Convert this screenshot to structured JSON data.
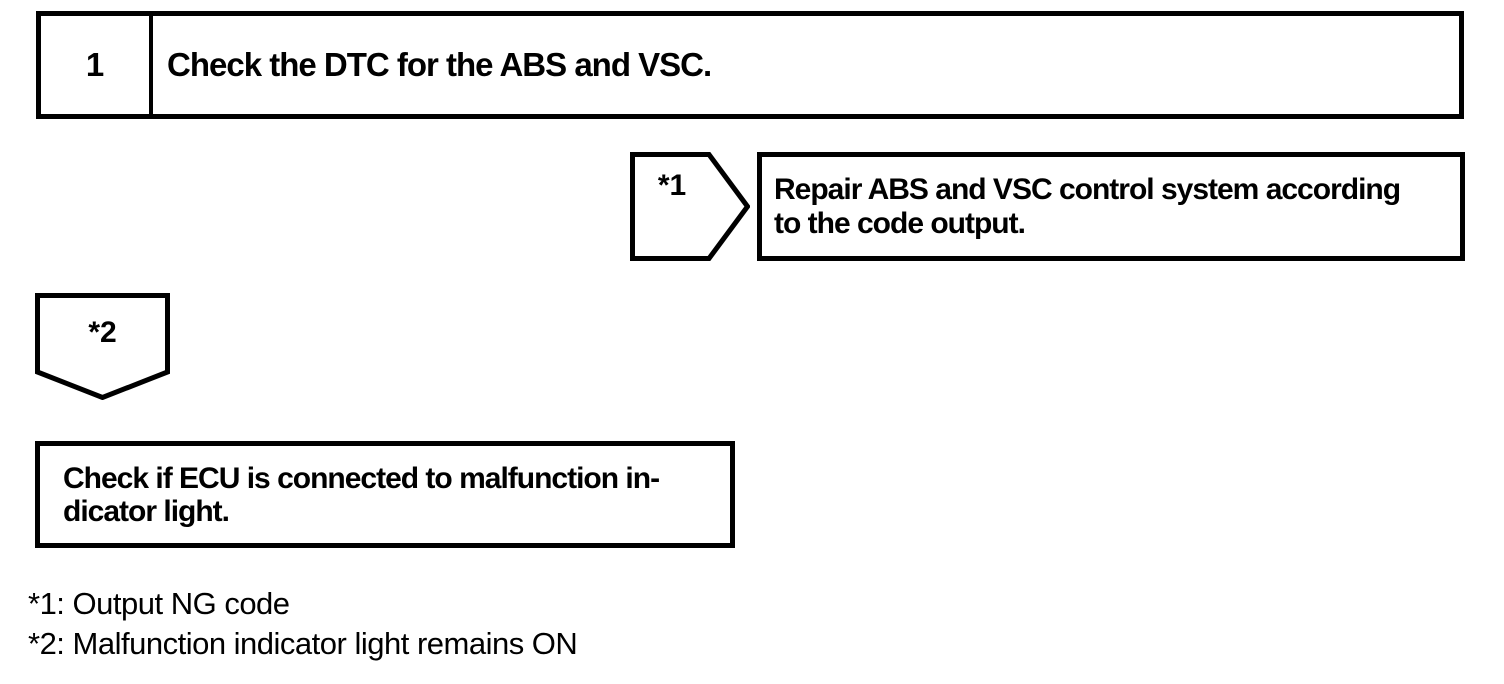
{
  "diagram": {
    "step": {
      "number": "1",
      "title": "Check the DTC for the ABS and VSC."
    },
    "ng_branch": {
      "tag": "*1",
      "action_lines": [
        "Repair ABS and VSC control system according",
        "to the code output."
      ]
    },
    "ok_branch": {
      "tag": "*2",
      "action_lines": [
        "Check if ECU is connected to malfunction in-",
        "dicator light."
      ]
    },
    "footnotes": [
      "*1: Output NG code",
      "*2: Malfunction indicator light remains ON"
    ],
    "colors": {
      "ink": "#000000",
      "background": "#ffffff"
    }
  }
}
